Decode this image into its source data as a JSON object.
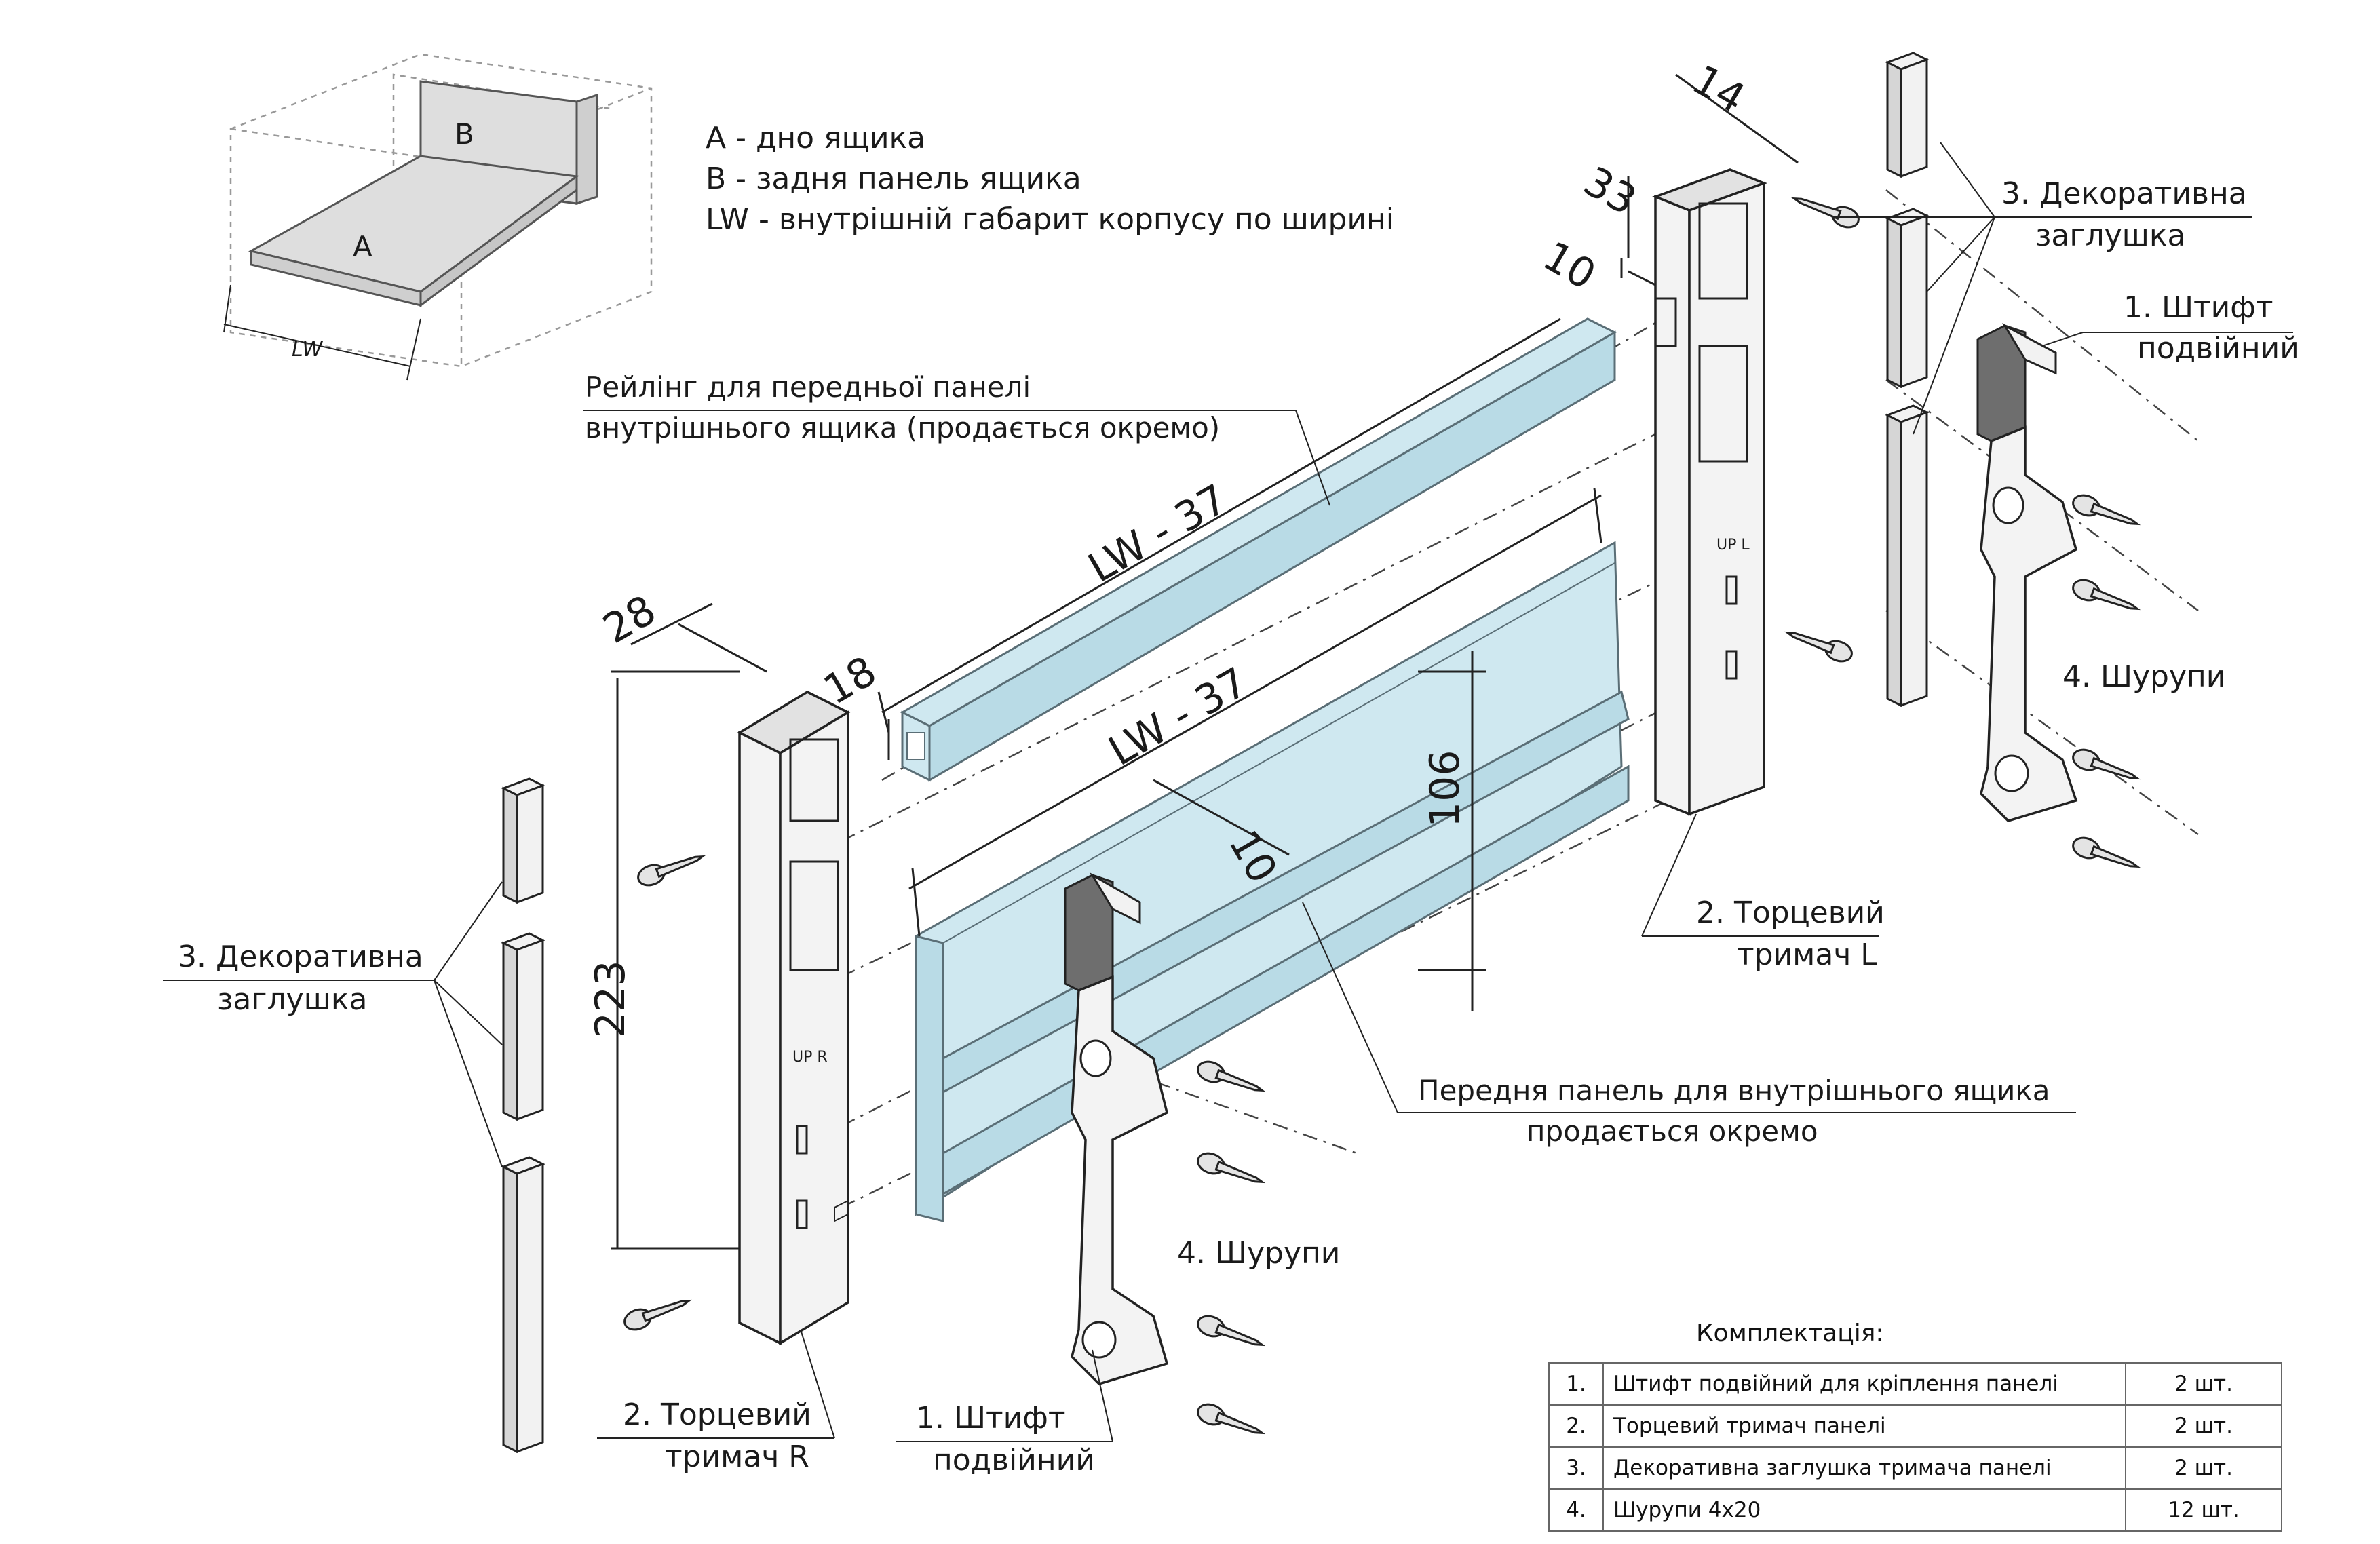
{
  "legend": {
    "a": "A - дно ящика",
    "b": "B - задня панель ящика",
    "lw": "LW - внутрішній габарит корпусу по ширині"
  },
  "box": {
    "label_a": "A",
    "label_b": "B",
    "label_lw": "LW"
  },
  "dims": {
    "d14": "14",
    "d33": "33",
    "d10a": "10",
    "d28": "28",
    "d18": "18",
    "lw_rail": "LW - 37",
    "lw_panel": "LW - 37",
    "d10b": "10",
    "d106": "106",
    "d223": "223"
  },
  "callouts": {
    "rail_1": "Рейлінг для передньої  панелі",
    "rail_2": "внутрішнього ящика  (продається окремо)",
    "deco_right_1": "3. Декоративна",
    "deco_right_2": "заглушка",
    "pin_right_1": "1. Штифт",
    "pin_right_2": "подвійний",
    "screws_right": "4. Шурупи",
    "holder_l_1": "2. Торцевий",
    "holder_l_2": "тримач L",
    "deco_left_1": "3. Декоративна",
    "deco_left_2": "заглушка",
    "front_1": "Передня панель для внутрішнього ящика",
    "front_2": "продається окремо",
    "screws_left": "4. Шурупи",
    "holder_r_1": "2. Торцевий",
    "holder_r_2": "тримач R",
    "pin_left_1": "1. Штифт",
    "pin_left_2": "подвійний"
  },
  "holder_marks": {
    "left": "UP R",
    "right": "UP L"
  },
  "kit": {
    "title": "Комплектація:",
    "rows": [
      {
        "n": "1.",
        "desc": "Штифт подвійний для кріплення панелі",
        "qty": "2 шт."
      },
      {
        "n": "2.",
        "desc": "Торцевий тримач панелі",
        "qty": "2 шт."
      },
      {
        "n": "3.",
        "desc": "Декоративна заглушка тримача панелі",
        "qty": "2 шт."
      },
      {
        "n": "4.",
        "desc": "Шурупи 4х20",
        "qty": "12 шт."
      }
    ]
  }
}
